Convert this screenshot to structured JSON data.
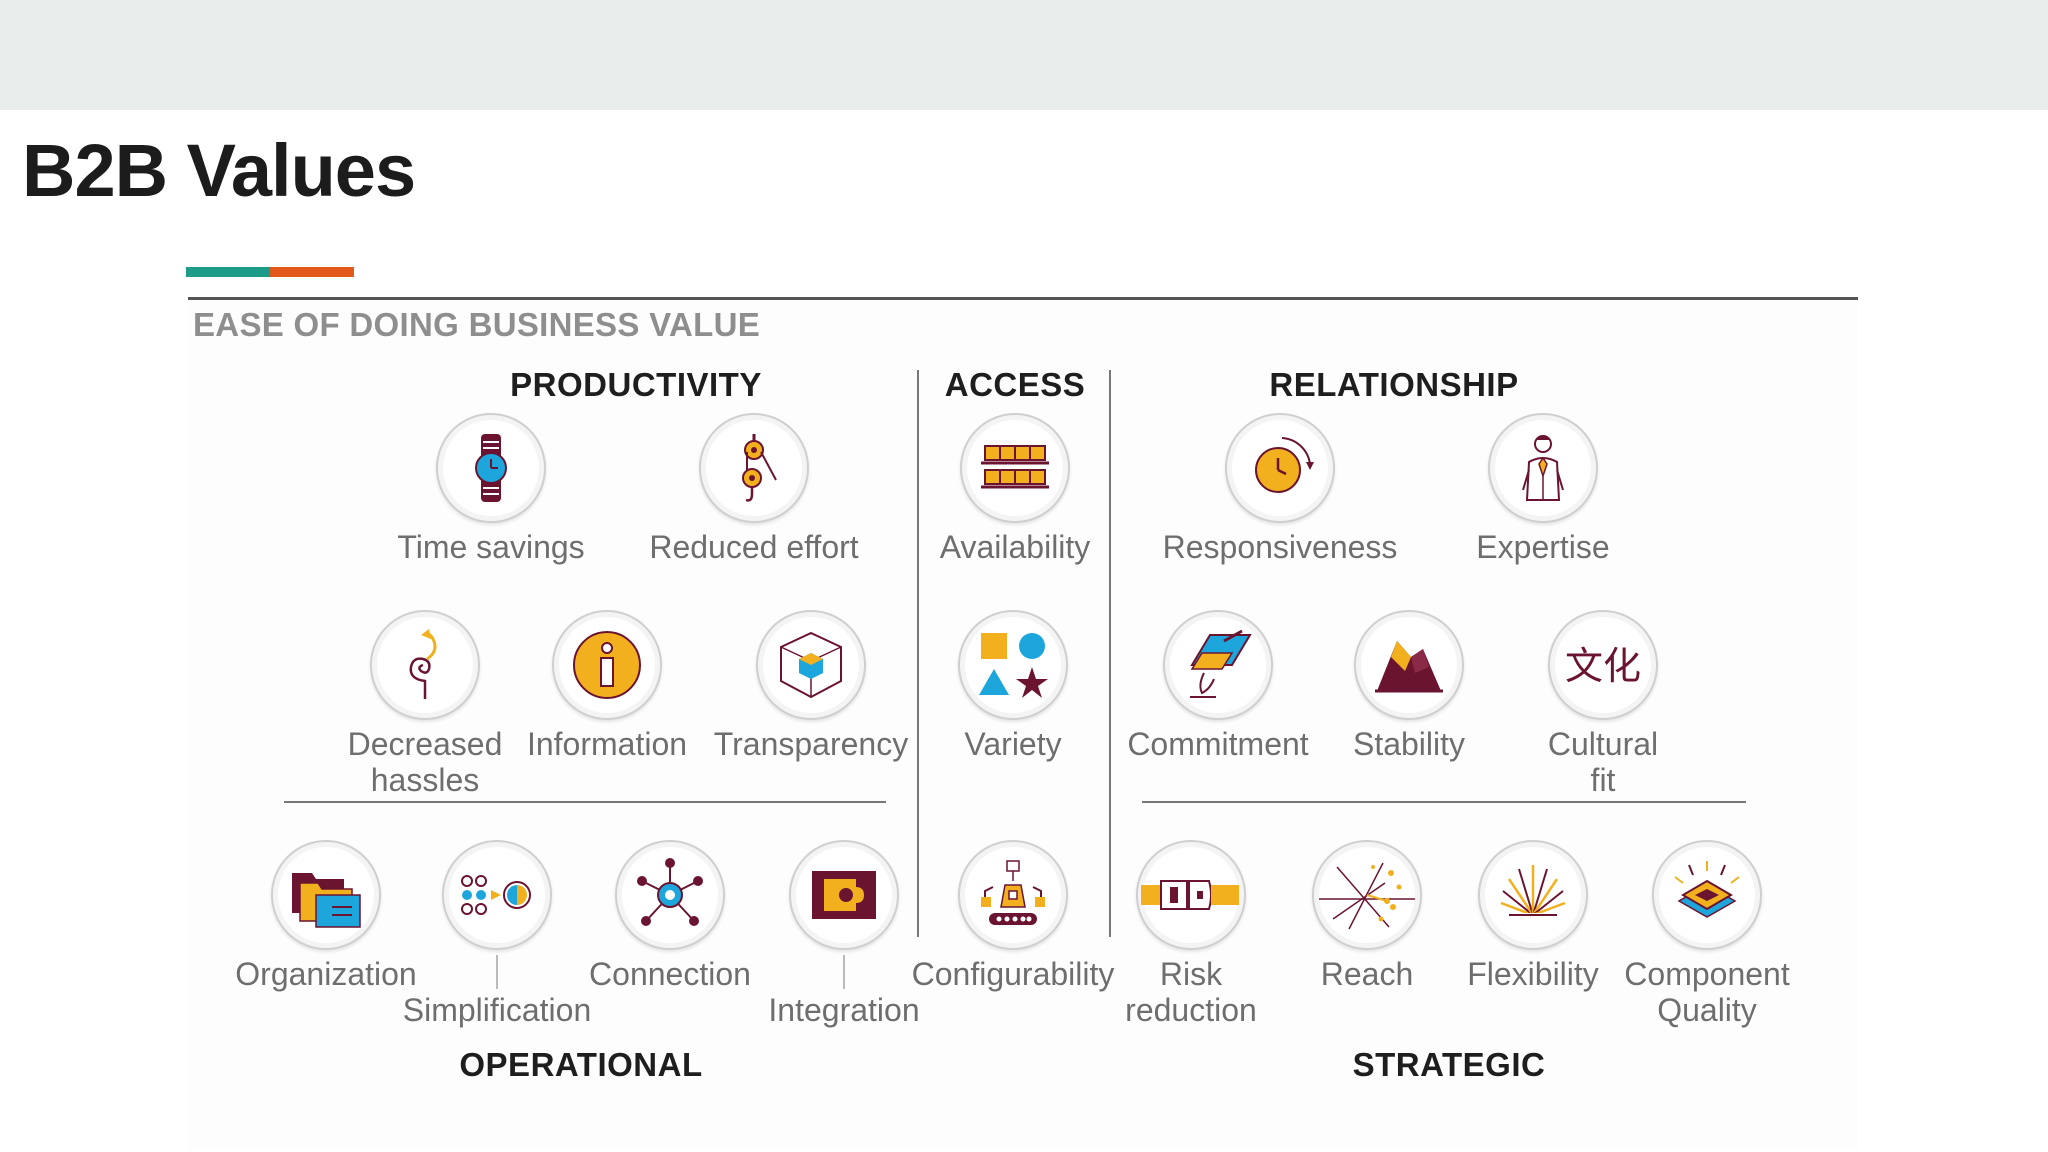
{
  "slide": {
    "title": "B2B Values"
  },
  "figure": {
    "subtitle": "EASE OF DOING BUSINESS VALUE",
    "headings": {
      "productivity": "PRODUCTIVITY",
      "access": "ACCESS",
      "relationship": "RELATIONSHIP",
      "operational": "OPERATIONAL",
      "strategic": "STRATEGIC"
    },
    "labels": {
      "time_savings": "Time savings",
      "reduced_effort": "Reduced effort",
      "availability": "Availability",
      "responsiveness": "Responsiveness",
      "expertise": "Expertise",
      "decreased_hassles_1": "Decreased",
      "decreased_hassles_2": "hassles",
      "information": "Information",
      "transparency": "Transparency",
      "variety": "Variety",
      "commitment": "Commitment",
      "stability": "Stability",
      "cultural_fit_1": "Cultural",
      "cultural_fit_2": "fit",
      "organization": "Organization",
      "simplification": "Simplification",
      "connection": "Connection",
      "integration": "Integration",
      "configurability": "Configurability",
      "risk_reduction_1": "Risk",
      "risk_reduction_2": "reduction",
      "reach": "Reach",
      "flexibility": "Flexibility",
      "component_quality_1": "Component",
      "component_quality_2": "Quality"
    },
    "cultural_glyph": "文化",
    "colors": {
      "maroon": "#6b1430",
      "gold": "#f2b01e",
      "blue": "#1da6dc",
      "teal": "#1c9a8a",
      "orange": "#e0581c"
    }
  }
}
